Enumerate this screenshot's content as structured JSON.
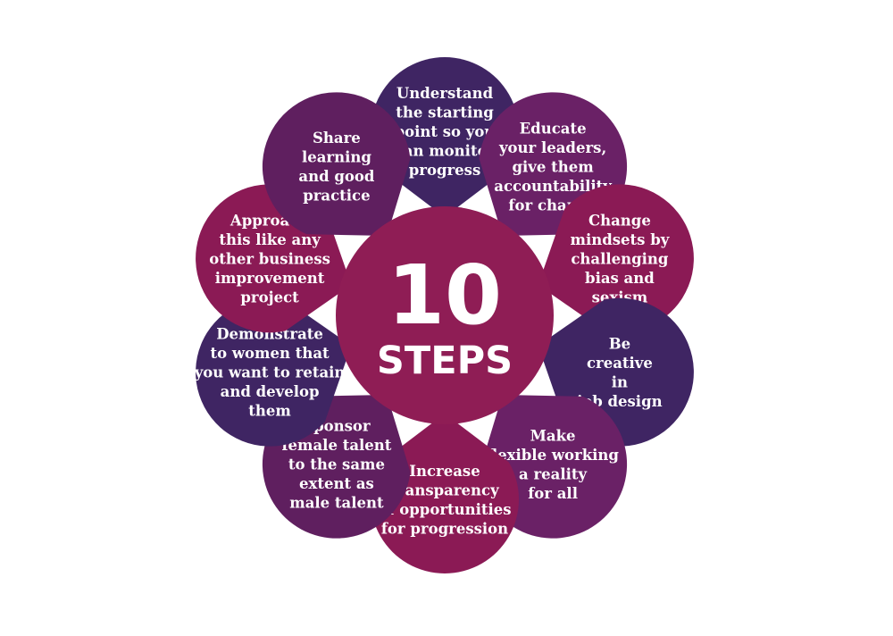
{
  "colors": {
    "purple_dark": "#3f2563",
    "purple_mid": "#5f1f5f",
    "purple": "#6a2166",
    "magenta": "#8b1a55",
    "center": "#8f1d55",
    "background": "#ffffff"
  },
  "center": {
    "number": "10",
    "word": "STEPS"
  },
  "steps": [
    {
      "lines": [
        "Understand",
        "the starting",
        "point so you",
        "can monitor",
        "progress"
      ],
      "color": "#3f2563"
    },
    {
      "lines": [
        "Educate",
        "your leaders,",
        "give them",
        "accountability",
        "for change"
      ],
      "color": "#6a2166"
    },
    {
      "lines": [
        "Change",
        "mindsets by",
        "challenging",
        "bias and",
        "sexism"
      ],
      "color": "#8b1a55"
    },
    {
      "lines": [
        "Be",
        "creative",
        "in",
        "job design"
      ],
      "color": "#3f2563"
    },
    {
      "lines": [
        "Make",
        "flexible working",
        "a reality",
        "for all"
      ],
      "color": "#6a2166"
    },
    {
      "lines": [
        "Increase",
        "transparency",
        "of opportunities",
        "for progression"
      ],
      "color": "#8b1a55"
    },
    {
      "lines": [
        "Sponsor",
        "female talent",
        "to the same",
        "extent as",
        "male talent"
      ],
      "color": "#5f1f5f"
    },
    {
      "lines": [
        "Demonstrate",
        "to women that",
        "you want to retain",
        "and develop",
        "them"
      ],
      "color": "#3f2563"
    },
    {
      "lines": [
        "Approach",
        "this like any",
        "other business",
        "improvement",
        "project"
      ],
      "color": "#8b1a55"
    },
    {
      "lines": [
        "Share",
        "learning",
        "and good",
        "practice"
      ],
      "color": "#5f1f5f"
    }
  ]
}
